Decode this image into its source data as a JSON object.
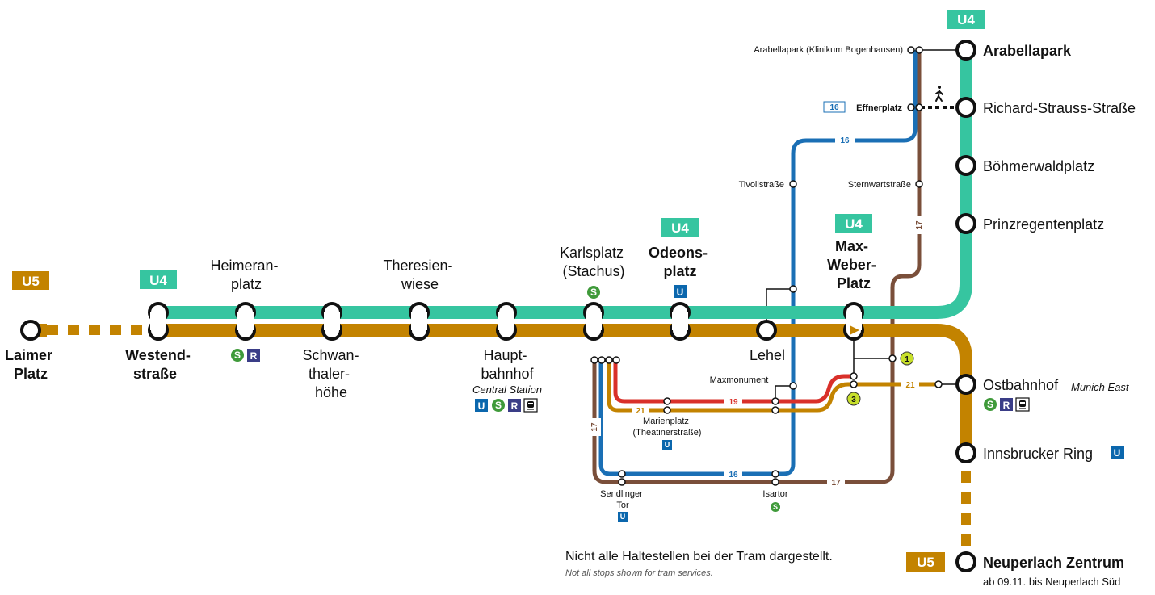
{
  "colors": {
    "u4": "#36c5a0",
    "u5": "#c38300",
    "tram16": "#1a6fb5",
    "tram17": "#7a4f3a",
    "tram19": "#d9302a",
    "tram21": "#c38300",
    "sbahn": "#3f9a3a",
    "ubahn": "#0b67ad",
    "regional": "#3a3d87",
    "bus_circle": "#c8e02a"
  },
  "lines": {
    "u4": "U4",
    "u5": "U5"
  },
  "stations": {
    "laimer_platz": [
      "Laimer",
      "Platz"
    ],
    "westendstrasse": [
      "Westend-",
      "straße"
    ],
    "heimeranplatz": [
      "Heimeran-",
      "platz"
    ],
    "schwanthalerhoehe": [
      "Schwan-",
      "thaler-",
      "höhe"
    ],
    "theresienwiese": [
      "Theresien-",
      "wiese"
    ],
    "hauptbahnhof": [
      "Haupt-",
      "bahnhof"
    ],
    "hauptbahnhof_en": "Central Station",
    "karlsplatz": [
      "Karlsplatz",
      "(Stachus)"
    ],
    "odeonsplatz": [
      "Odeons-",
      "platz"
    ],
    "lehel": "Lehel",
    "max_weber_platz": [
      "Max-",
      "Weber-",
      "Platz"
    ],
    "ostbahnhof": "Ostbahnhof",
    "ostbahnhof_en": "Munich East",
    "innsbrucker_ring": "Innsbrucker Ring",
    "neuperlach_zentrum": "Neuperlach Zentrum",
    "neuperlach_note": "ab 09.11. bis Neuperlach Süd",
    "arabellapark": "Arabellapark",
    "richard_strauss": "Richard-Strauss-Straße",
    "boehmerwaldplatz": "Böhmerwaldplatz",
    "prinzregentenplatz": "Prinzregentenplatz"
  },
  "tram_stops": {
    "arabellapark_klinikum": "Arabellapark (Klinikum Bogenhausen)",
    "effnerplatz": "Effnerplatz",
    "effnerplatz_line": "16",
    "tivolistrasse": "Tivolistraße",
    "sternwartstrasse": "Sternwartstraße",
    "maxmonument": "Maxmonument",
    "marienplatz": [
      "Marienplatz",
      "(Theatinerstraße)"
    ],
    "sendlinger_tor": [
      "Sendlinger",
      "Tor"
    ],
    "isartor": "Isartor"
  },
  "tram_lines": {
    "t16": "16",
    "t17": "17",
    "t19": "19",
    "t21": "21"
  },
  "bus_markers": {
    "b1": "1",
    "b3": "3"
  },
  "transfer_icons": {
    "s": "S",
    "u": "U",
    "r": "R",
    "walk": "walk-icon",
    "train": "train-icon"
  },
  "notes": {
    "main": "Nicht alle Haltestellen bei der Tram dargestellt.",
    "sub": "Not all stops shown for tram services."
  }
}
